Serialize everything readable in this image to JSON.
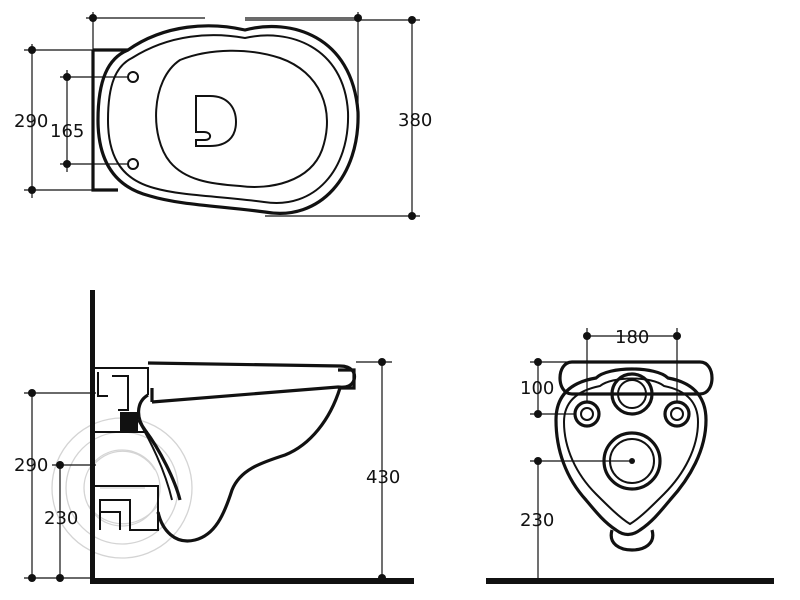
{
  "colors": {
    "line": "#111111",
    "background": "#ffffff",
    "watermark": "#d4d4d4"
  },
  "top_view": {
    "width_dim": "380",
    "mount_depth_dim": "290",
    "bolt_spacing_dim": "165"
  },
  "side_view": {
    "height_dim": "430",
    "upper_dim": "290",
    "lower_dim": "230"
  },
  "rear_view": {
    "bolt_spacing_dim": "180",
    "vertical_dim": "100",
    "outlet_height_dim": "230"
  }
}
